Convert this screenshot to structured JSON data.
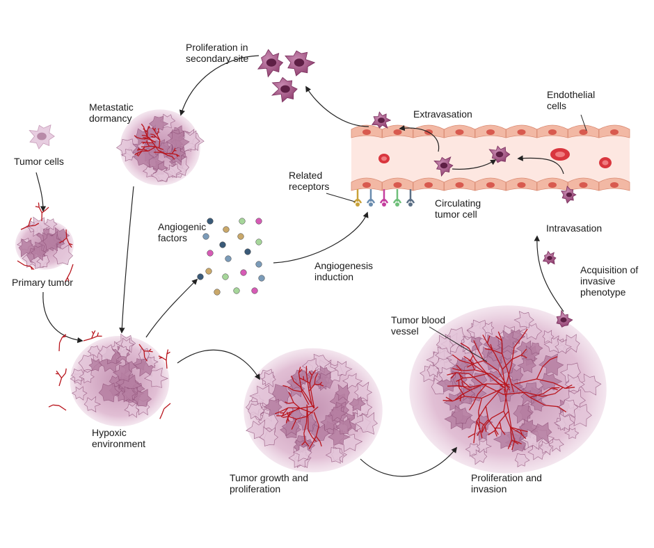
{
  "labels": {
    "tumor_cells": "Tumor cells",
    "primary_tumor": "Primary tumor",
    "hypoxic": [
      "Hypoxic",
      "environment"
    ],
    "angiogenic_factors": [
      "Angiogenic",
      "factors"
    ],
    "angiogenesis_induction": [
      "Angiogenesis",
      "induction"
    ],
    "growth": [
      "Tumor growth and",
      "proliferation"
    ],
    "prolif_invasion": [
      "Proliferation and",
      "invasion"
    ],
    "tumor_blood_vessel": [
      "Tumor blood",
      "vessel"
    ],
    "acquisition": [
      "Acquisition of",
      "invasive",
      "phenotype"
    ],
    "intravasation": "Intravasation",
    "circulating": [
      "Circulating",
      "tumor cell"
    ],
    "related_receptors": [
      "Related",
      "receptors"
    ],
    "extravasation": "Extravasation",
    "endothelial": [
      "Endothelial",
      "cells"
    ],
    "metastatic_dormancy": [
      "Metastatic",
      "dormancy"
    ],
    "proliferation_secondary": [
      "Proliferation in",
      "secondary site"
    ]
  },
  "colors": {
    "tumor_cell": "#a0537f",
    "tumor_cell_light": "#e7cde0",
    "nucleus": "#5e1f45",
    "vessel": "#b8141c",
    "endothelium": "#f2b8a4",
    "vessel_lumen": "#fde7e1",
    "red_blood_cell": "#d9363e",
    "arrow": "#222222"
  },
  "factor_colors": [
    "#3a5a78",
    "#c9a86a",
    "#a6d69a",
    "#d65bb5",
    "#7b9bb8"
  ],
  "receptor_colors": [
    "#c9a23a",
    "#6a8cae",
    "#c43f9e",
    "#6fbf7a",
    "#5b6f85"
  ]
}
